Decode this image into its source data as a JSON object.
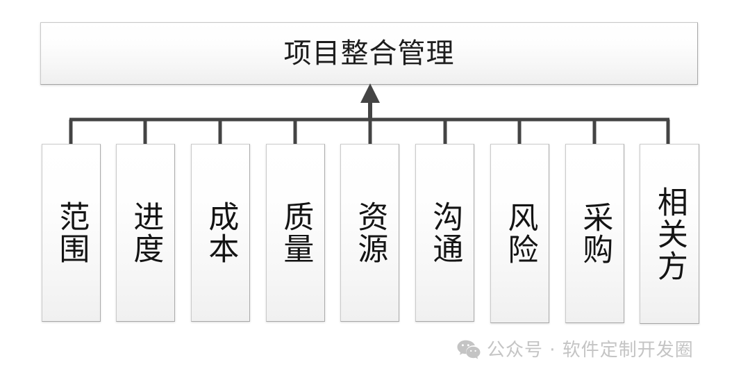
{
  "diagram": {
    "type": "hierarchy-tree",
    "orientation": "bottom-up-arrow",
    "root": {
      "label": "项目整合管理"
    },
    "children": [
      {
        "label": "范围"
      },
      {
        "label": "进度"
      },
      {
        "label": "成本"
      },
      {
        "label": "质量"
      },
      {
        "label": "资源"
      },
      {
        "label": "沟通"
      },
      {
        "label": "风险"
      },
      {
        "label": "采购"
      },
      {
        "label": "相关方"
      }
    ],
    "colors": {
      "box_fill_top": "#ffffff",
      "box_fill_bottom": "#efefef",
      "box_border": "#b4b4b4",
      "connector_line": "#444444",
      "text": "#141414",
      "background": "#ffffff",
      "watermark": "#c4c4c4"
    }
  },
  "watermark": {
    "icon": "wechat-icon",
    "text": "公众号 · 软件定制开发圈"
  }
}
